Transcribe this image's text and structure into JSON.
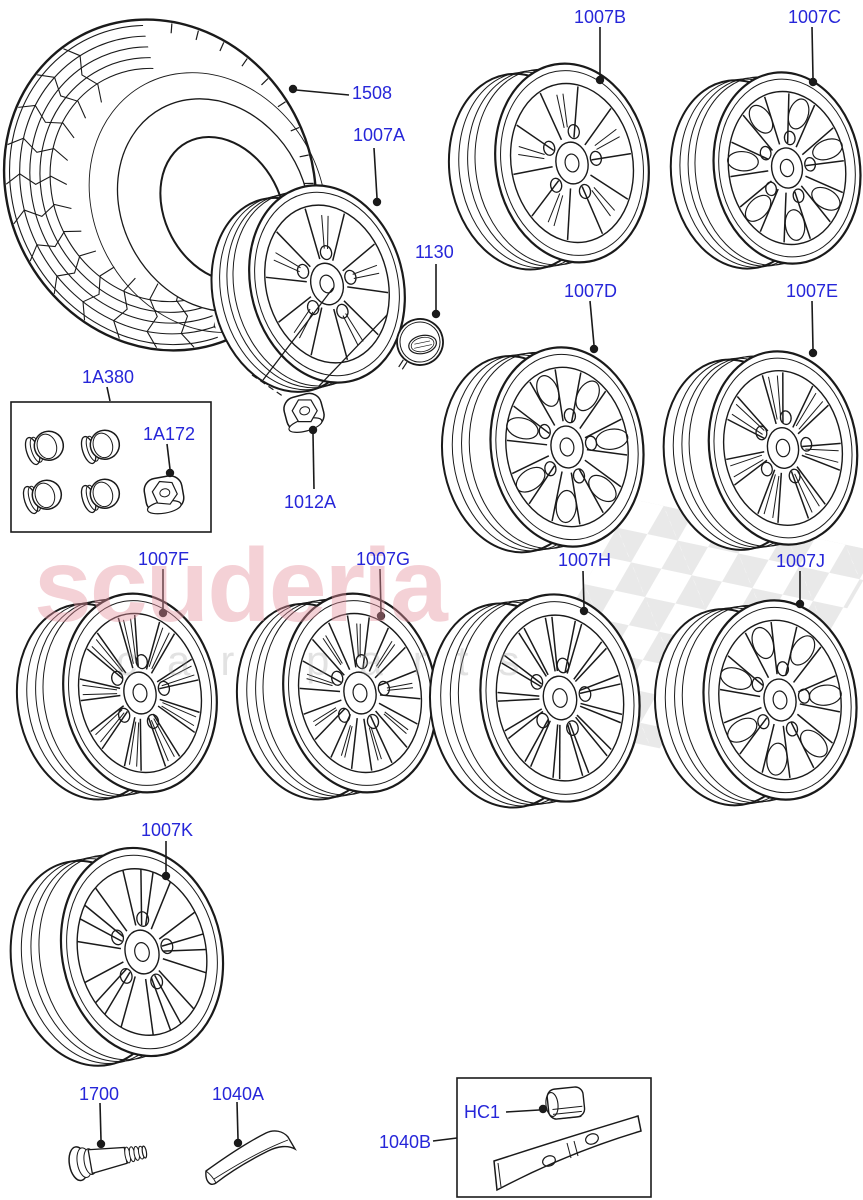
{
  "colors": {
    "label_blue": "#2626d9",
    "line_black": "#1a1a1a",
    "watermark_pink": "#e792a0",
    "watermark_gray": "#9a9a9a"
  },
  "watermark": {
    "word": "scuderia",
    "subword": "car parts"
  },
  "parts": {
    "p1508": "1508",
    "p1007A": "1007A",
    "p1007B": "1007B",
    "p1007C": "1007C",
    "p1130": "1130",
    "p1007D": "1007D",
    "p1007E": "1007E",
    "p1A380": "1A380",
    "p1A172": "1A172",
    "p1012A": "1012A",
    "p1007F": "1007F",
    "p1007G": "1007G",
    "p1007H": "1007H",
    "p1007J": "1007J",
    "p1007K": "1007K",
    "p1700": "1700",
    "p1040A": "1040A",
    "p1040B": "1040B",
    "pHC1": "HC1"
  }
}
